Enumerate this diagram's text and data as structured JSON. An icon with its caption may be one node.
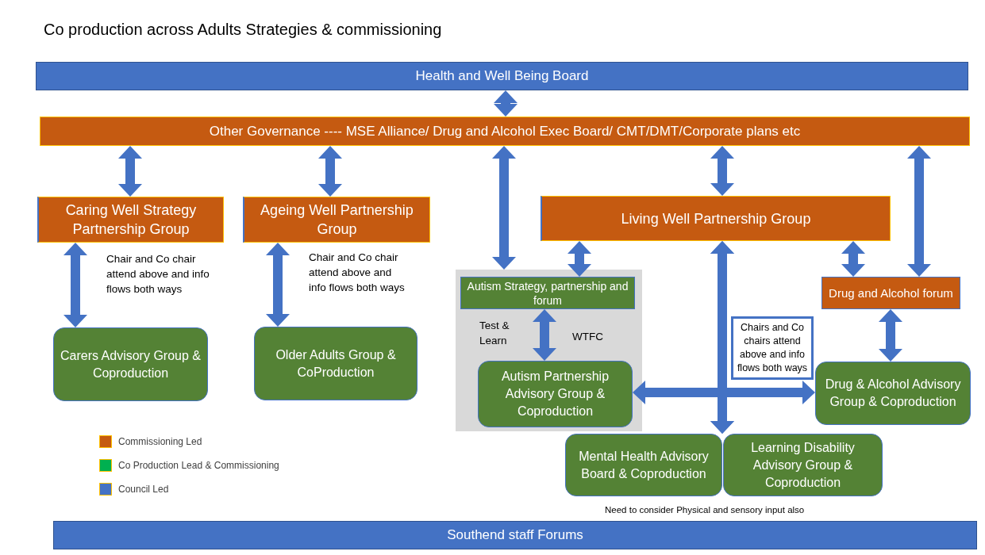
{
  "diagram": {
    "title": "Co production across Adults Strategies & commissioning",
    "nodes": [
      {
        "text": [
          "Health and Well Being Board"
        ]
      },
      {
        "text": [
          "Other Governance ----  MSE Alliance/ Drug and Alcohol Exec Board/ CMT/DMT/Corporate plans etc"
        ]
      },
      {
        "text": [
          "Caring Well Strategy Partnership Group"
        ]
      },
      {
        "text": [
          "Ageing Well Partnership Group"
        ]
      },
      {
        "text": [
          "Living Well Partnership Group"
        ]
      },
      {
        "text": [],
        "shape": "box"
      },
      {
        "text": [
          "Autism Strategy, partnership and forum"
        ],
        "in": 5
      },
      {
        "text": [
          "Drug and Alcohol forum"
        ]
      },
      {
        "text": [
          "Carers Advisory Group & Coproduction"
        ]
      },
      {
        "text": [
          "Older Adults Group &  CoProduction"
        ]
      },
      {
        "text": [
          "Chairs and Co chairs attend above and info flows both ways"
        ]
      },
      {
        "text": [
          "Autism Partnership Advisory Group & Coproduction"
        ],
        "in": 5
      },
      {
        "text": [
          "Drug & Alcohol Advisory Group & Coproduction"
        ]
      },
      {
        "text": [
          "Mental Health Advisory Board & Coproduction"
        ]
      },
      {
        "text": [
          "Learning Disability Advisory Group & Coproduction"
        ]
      },
      {
        "text": [
          "Southend staff Forums"
        ]
      }
    ],
    "edges": [
      {
        "from": 0,
        "to": 1,
        "arrow": "both"
      },
      {
        "from": 1,
        "to": 2,
        "arrow": "both"
      },
      {
        "from": 1,
        "to": 3,
        "arrow": "both"
      },
      {
        "from": 1,
        "to": 5,
        "arrow": "both"
      },
      {
        "from": 1,
        "to": 4,
        "arrow": "both"
      },
      {
        "from": 1,
        "to": 7,
        "arrow": "both"
      },
      {
        "from": 2,
        "to": 8,
        "arrow": "both"
      },
      {
        "from": 3,
        "to": 9,
        "arrow": "both"
      },
      {
        "from": 4,
        "to": 6,
        "arrow": "both"
      },
      {
        "from": 4,
        "to": 7,
        "arrow": "both"
      },
      {
        "from": 6,
        "to": 11,
        "arrow": "both"
      },
      {
        "from": 7,
        "to": 12,
        "arrow": "both"
      },
      {
        "from": 11,
        "to": 12,
        "arrow": "both"
      },
      {
        "from": 4,
        "to": 13,
        "arrow": "both"
      },
      {
        "from": 4,
        "to": 14,
        "arrow": "both"
      }
    ],
    "labels": [
      "Chair and Co chair attend above and info flows both ways",
      "Chair and Co chair attend above and info flows both ways",
      "Test & Learn",
      "WTFC",
      "Need to consider Physical and sensory input also"
    ],
    "legend": [
      {
        "text": "Commissioning Led",
        "color": "#c55a11"
      },
      {
        "text": "Co Production Lead & Commissioning",
        "color": "#00b050"
      },
      {
        "text": "Council Led",
        "color": "#4472c4"
      }
    ]
  }
}
